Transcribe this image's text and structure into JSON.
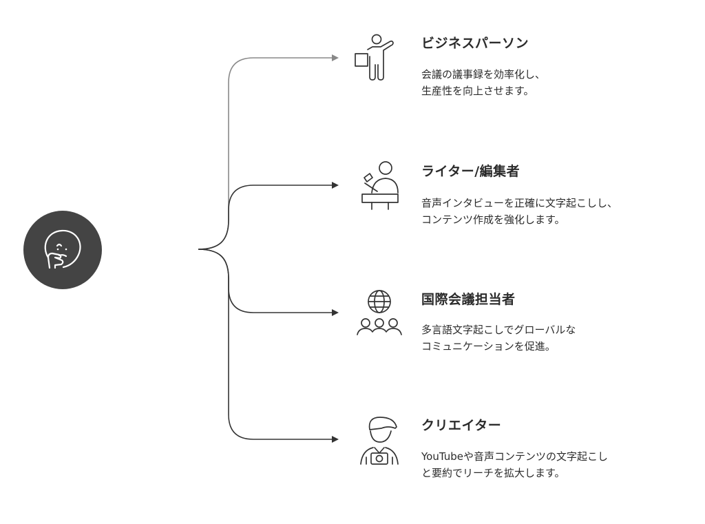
{
  "center": {
    "icon": "thinking-person-icon"
  },
  "items": [
    {
      "icon": "presenter-icon",
      "title": "ビジネスパーソン",
      "description": "会議の議事録を効率化し、\n生産性を向上させます。"
    },
    {
      "icon": "writer-at-desk-icon",
      "title": "ライター/編集者",
      "description": "音声インタビューを正確に文字起こしし、\nコンテンツ作成を強化します。"
    },
    {
      "icon": "globe-group-icon",
      "title": "国際会議担当者",
      "description": "多言語文字起こしでグローバルな\nコミュニケーションを促進。"
    },
    {
      "icon": "creator-camera-icon",
      "title": "クリエイター",
      "description": "YouTubeや音声コンテンツの文字起こし\nと要約でリーチを拡大します。"
    }
  ],
  "colors": {
    "center_fill": "#444444",
    "line": "#333333",
    "line_first": "#888888",
    "icon": "#333333"
  }
}
